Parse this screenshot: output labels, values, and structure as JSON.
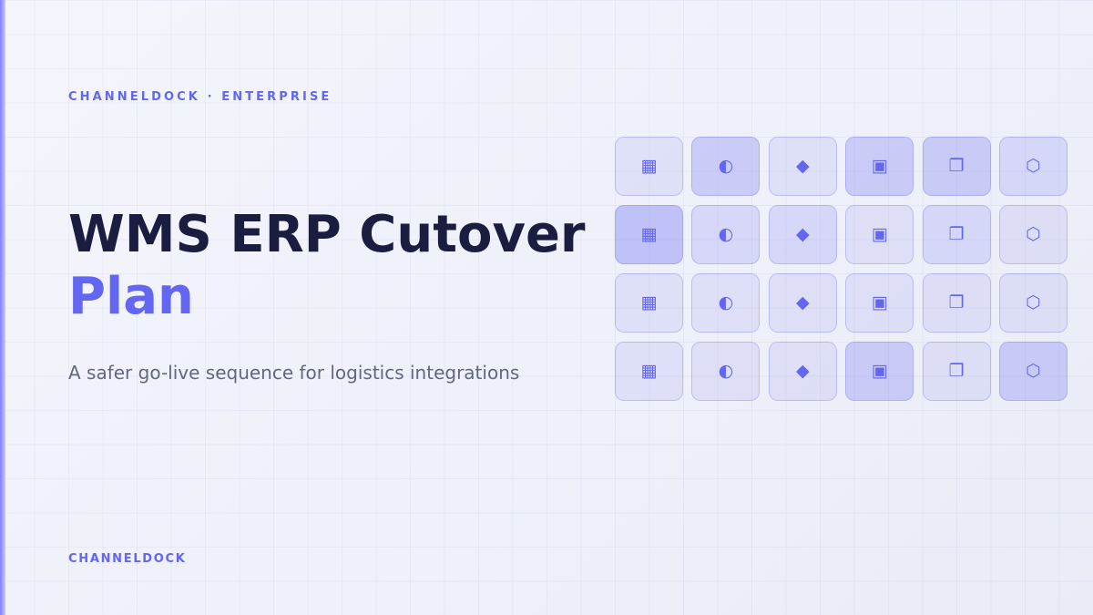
{
  "slide": {
    "eyebrow": "CHANNELDOCK · ENTERPRISE",
    "title_line1": "WMS ERP Cutover",
    "title_line2": "Plan",
    "subtitle": "A safer go-live sequence for logistics integrations",
    "footer_brand": "CHANNELDOCK"
  },
  "colors": {
    "accent": "#6366f1",
    "title": "#1a1d40",
    "subtitle": "#62677d",
    "background": "#f1f2fa"
  },
  "tile_grid": {
    "columns": [
      {
        "icon": "grid-icon",
        "glyph": "▦"
      },
      {
        "icon": "half-circle-icon",
        "glyph": "◐"
      },
      {
        "icon": "diamond-icon",
        "glyph": "◆"
      },
      {
        "icon": "square-box-icon",
        "glyph": "▣"
      },
      {
        "icon": "stacked-squares-icon",
        "glyph": "❐"
      },
      {
        "icon": "hexagon-icon",
        "glyph": "⬡"
      }
    ],
    "highlight_levels": [
      [
        1,
        3,
        1,
        3,
        3,
        2
      ],
      [
        4,
        2,
        2,
        1,
        2,
        1
      ],
      [
        1,
        1,
        1,
        1,
        1,
        1
      ],
      [
        1,
        1,
        1,
        3,
        1,
        3
      ]
    ]
  }
}
